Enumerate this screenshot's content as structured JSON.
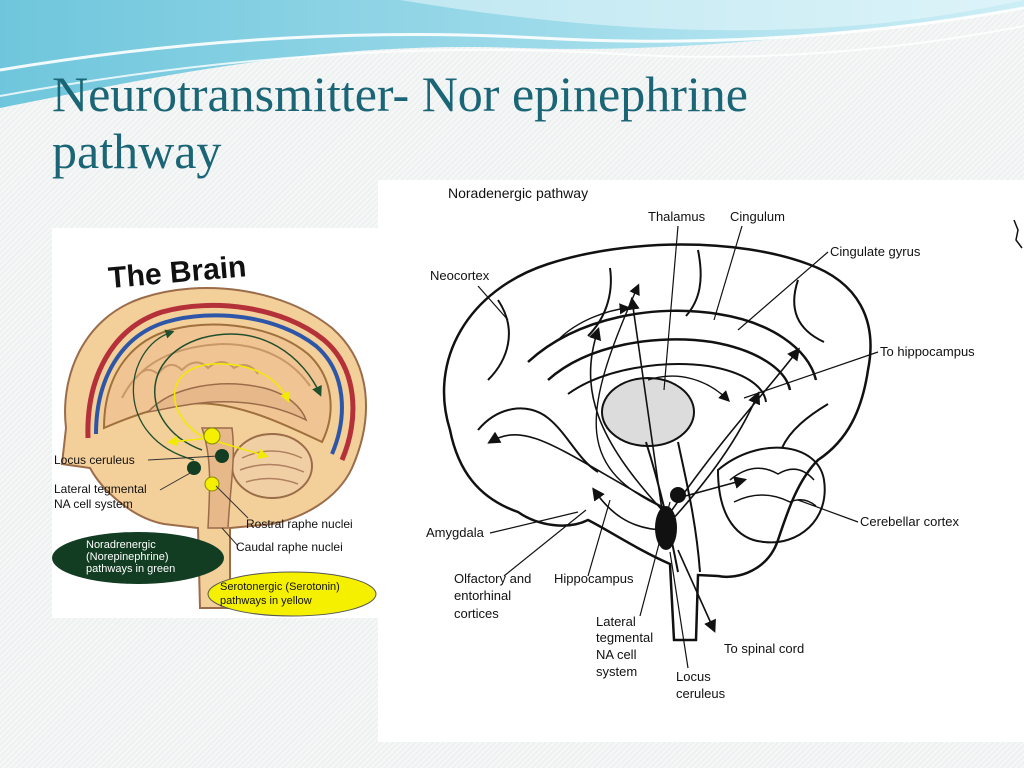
{
  "slide": {
    "title_line1": "Neurotransmitter- Nor epinephrine",
    "title_line2": "pathway"
  },
  "brain_diagram": {
    "heading": "The Brain",
    "labels": {
      "locus_ceruleus": "Locus ceruleus",
      "lateral_tegmental_1": "Lateral tegmental",
      "lateral_tegmental_2": "NA cell system",
      "rostral_raphe": "Rostral raphe nuclei",
      "caudal_raphe": "Caudal raphe nuclei"
    },
    "legend_green": [
      "Noradrenergic",
      "(Norepinephrine)",
      "pathways in green"
    ],
    "legend_yellow": [
      "Serotonergic (Serotonin)",
      "pathways in yellow"
    ],
    "colors": {
      "green_legend": "#123d22",
      "yellow_legend": "#f4f000",
      "tissue": "#f3cf9a",
      "vessel_red": "#b5313a",
      "vessel_blue": "#2d56a8"
    }
  },
  "noradrenergic_diagram": {
    "title": "Noradenergic pathway",
    "labels": {
      "thalamus": "Thalamus",
      "cingulum": "Cingulum",
      "cingulate_gyrus": "Cingulate gyrus",
      "neocortex": "Neocortex",
      "to_hippocampus": "To hippocampus",
      "cerebellar_cortex": "Cerebellar cortex",
      "amygdala": "Amygdala",
      "olfactory_1": "Olfactory and",
      "olfactory_2": "entorhinal",
      "olfactory_3": "cortices",
      "hippocampus": "Hippocampus",
      "lateral_1": "Lateral",
      "lateral_2": "tegmental",
      "lateral_3": "NA cell",
      "lateral_4": "system",
      "to_spinal_cord": "To spinal cord",
      "locus_1": "Locus",
      "locus_2": "ceruleus"
    }
  }
}
